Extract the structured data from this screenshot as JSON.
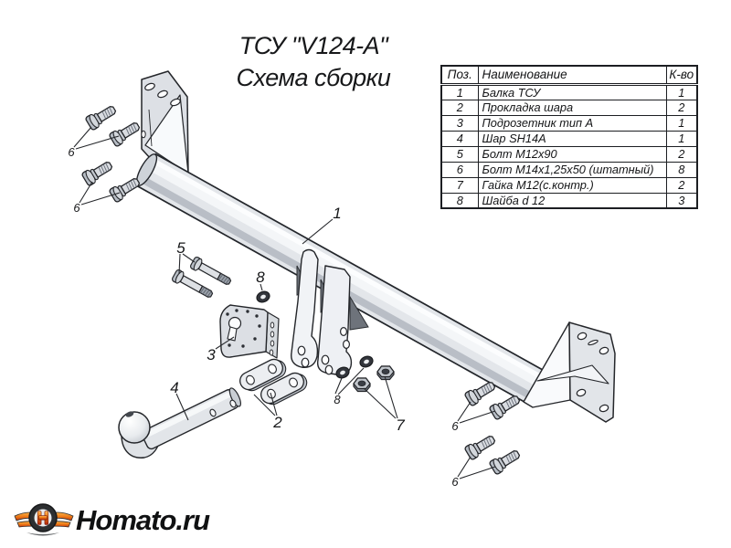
{
  "title": {
    "line1": "ТСУ \"V124-A\"",
    "line2": "Схема сборки"
  },
  "parts_table": {
    "col_pos": "Поз.",
    "col_name": "Наименование",
    "col_qty": "К-во",
    "rows": [
      {
        "pos": "1",
        "name": "Балка ТСУ",
        "qty": "1"
      },
      {
        "pos": "2",
        "name": "Прокладка шара",
        "qty": "2"
      },
      {
        "pos": "3",
        "name": "Подрозетник тип А",
        "qty": "1"
      },
      {
        "pos": "4",
        "name": "Шар SH14A",
        "qty": "1"
      },
      {
        "pos": "5",
        "name": "Болт М12х90",
        "qty": "2"
      },
      {
        "pos": "6",
        "name": "Болт М14х1,25х50 (штатный)",
        "qty": "8"
      },
      {
        "pos": "7",
        "name": "Гайка М12(с.контр.)",
        "qty": "2"
      },
      {
        "pos": "8",
        "name": "Шайба d 12",
        "qty": "3"
      }
    ]
  },
  "drawing": {
    "callouts": {
      "1": "1",
      "2": "2",
      "3": "3",
      "4": "4",
      "5": "5",
      "6": "6",
      "7": "7",
      "8": "8"
    }
  },
  "logo": {
    "brand": "Homato.ru"
  },
  "colors": {
    "line": "#26282c",
    "metal_light": "#f4f6f8",
    "metal_mid": "#e3e6ea",
    "metal_dark": "#b9bec6",
    "logo_orange": "#f07c14",
    "logo_red": "#aa1f0c"
  }
}
